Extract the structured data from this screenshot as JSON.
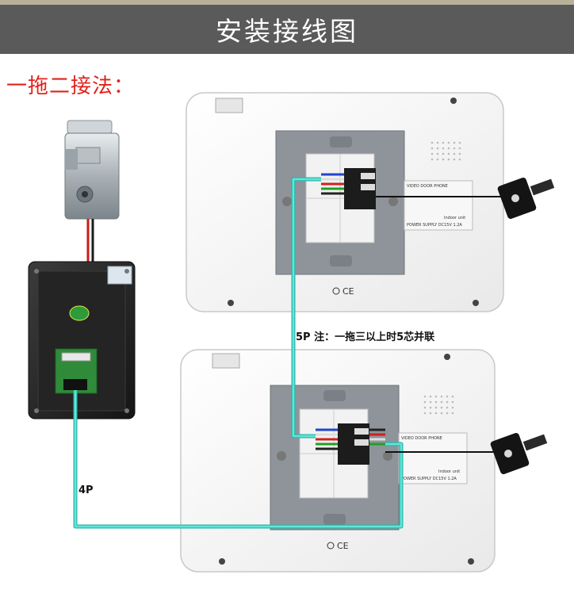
{
  "header": {
    "title": "安装接线图"
  },
  "subtitle": "一拖二接法：",
  "labels": {
    "five_p": "5P 注：一拖三以上时5芯并联",
    "four_p": "4P"
  },
  "monitor": {
    "plate_text": "VIDEO DOOR PHONE",
    "power_text": "POWER SUPPLY DC15V 1.2A",
    "indoor_text": "Indoor unit",
    "cert_text": "CE"
  },
  "colors": {
    "header_bg": "#5a5a5a",
    "subtitle": "#e0231b",
    "cable": "#3fd6c6",
    "monitor_body": "#f4f4f4",
    "bracket": "#8e9499"
  }
}
